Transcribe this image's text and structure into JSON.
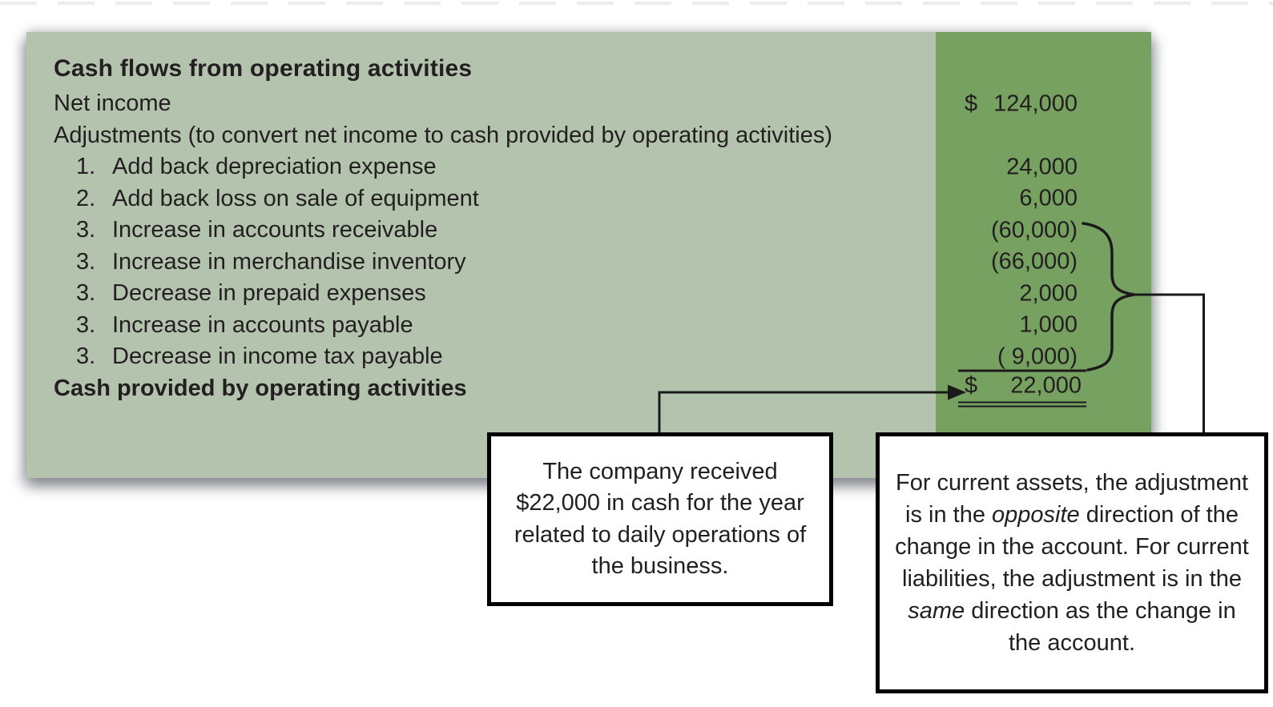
{
  "statement": {
    "header": "Cash flows from operating activities",
    "rows": [
      {
        "num": "",
        "label": "Net income",
        "currency": "$",
        "amount": "124,000",
        "bold": false,
        "total": false
      },
      {
        "num": "",
        "label": "Adjustments (to convert net income to cash provided by operating activities)",
        "currency": "",
        "amount": "",
        "bold": false,
        "total": false
      },
      {
        "num": "1.",
        "label": "Add back depreciation expense",
        "currency": "",
        "amount": "24,000",
        "bold": false,
        "total": false
      },
      {
        "num": "2.",
        "label": "Add back loss on sale of equipment",
        "currency": "",
        "amount": "6,000",
        "bold": false,
        "total": false
      },
      {
        "num": "3.",
        "label": "Increase in accounts receivable",
        "currency": "",
        "amount": "(60,000)",
        "bold": false,
        "total": false
      },
      {
        "num": "3.",
        "label": "Increase in merchandise inventory",
        "currency": "",
        "amount": "(66,000)",
        "bold": false,
        "total": false
      },
      {
        "num": "3.",
        "label": "Decrease in prepaid expenses",
        "currency": "",
        "amount": "2,000",
        "bold": false,
        "total": false
      },
      {
        "num": "3.",
        "label": "Increase in accounts payable",
        "currency": "",
        "amount": "1,000",
        "bold": false,
        "total": false
      },
      {
        "num": "3.",
        "label": "Decrease in income tax payable",
        "currency": "",
        "amount": "( 9,000)",
        "bold": false,
        "total": false
      },
      {
        "num": "",
        "label": "Cash provided by operating activities",
        "currency": "$",
        "amount": "22,000",
        "bold": true,
        "total": true
      }
    ]
  },
  "callouts": {
    "left": {
      "text": "The company received $22,000 in cash for the year related to daily operations of the business."
    },
    "right": {
      "segments": [
        {
          "text": "For current assets, the adjustment is in the ",
          "italic": false
        },
        {
          "text": "opposite",
          "italic": true
        },
        {
          "text": " direction of the change in the account.  For current liabilities, the adjustment is in the ",
          "italic": false
        },
        {
          "text": "same",
          "italic": true
        },
        {
          "text": " direction as the change in the account.",
          "italic": false
        }
      ]
    }
  },
  "colors": {
    "panel_light": "#b4c3ae",
    "panel_dark": "#76a161",
    "ink": "#231f20",
    "line": "#1a1a1a",
    "callout_bg": "#ffffff",
    "callout_border": "#000000"
  }
}
